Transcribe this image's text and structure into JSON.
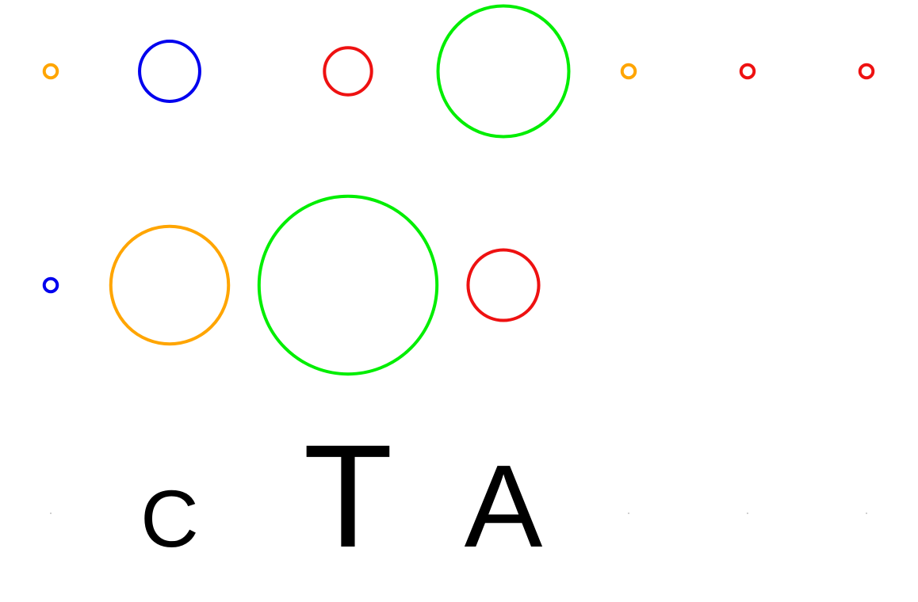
{
  "colors": {
    "orange": "#FFA500",
    "blue": "#0000EE",
    "red": "#EE1111",
    "green": "#00EE00",
    "text": "#000000",
    "background": "#FFFFFF"
  },
  "rows": [
    {
      "name": "row-1",
      "circles": [
        {
          "color": "orange",
          "size": 0.05
        },
        {
          "color": "blue",
          "size": 0.23
        },
        {
          "color": "red",
          "size": 0.18
        },
        {
          "color": "green",
          "size": 0.5
        },
        {
          "color": "orange",
          "size": 0.05
        },
        {
          "color": "red",
          "size": 0.05
        },
        {
          "color": "red",
          "size": 0.05
        }
      ]
    },
    {
      "name": "row-2",
      "circles": [
        {
          "color": "blue",
          "size": 0.05
        },
        {
          "color": "orange",
          "size": 0.45
        },
        {
          "color": "green",
          "size": 0.68
        },
        {
          "color": "red",
          "size": 0.27
        }
      ]
    }
  ],
  "letters": [
    {
      "text": "C",
      "size": 0.55
    },
    {
      "text": "T",
      "size": 1.0
    },
    {
      "text": "A",
      "size": 0.8
    }
  ],
  "dots": 4
}
